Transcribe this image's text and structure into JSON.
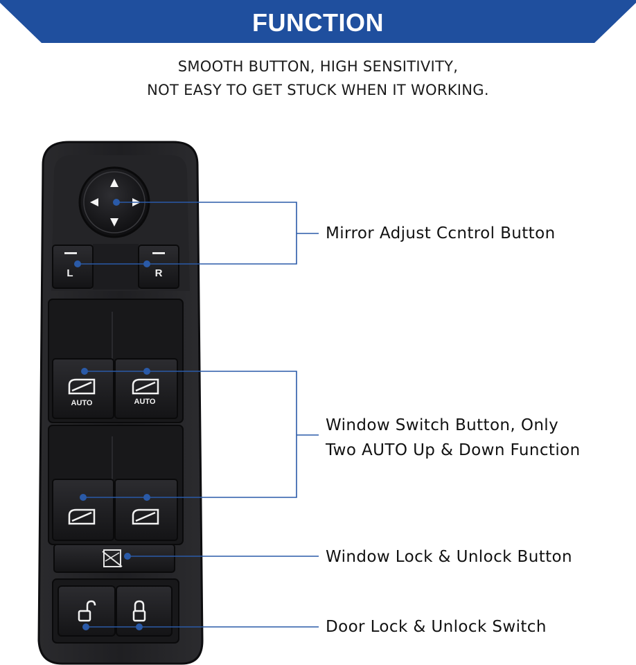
{
  "banner": {
    "title": "FUNCTION",
    "color": "#1f4f9e"
  },
  "subtitle": {
    "line1": "SMOOTH BUTTON, HIGH SENSITIVITY,",
    "line2": "NOT EASY TO GET STUCK WHEN IT WORKING."
  },
  "switch_labels": {
    "mirror_left": "L",
    "mirror_right": "R",
    "auto_left": "AUTO",
    "auto_right": "AUTO"
  },
  "callouts": {
    "mirror": "Mirror Adjust Ccntrol Button",
    "window_line1": "Window Switch Button, Only",
    "window_line2": "Two AUTO Up & Down Function",
    "window_lock": "Window Lock & Unlock Button",
    "door_lock": "Door Lock & Unlock Switch"
  },
  "icons": [
    "mirror-arrows-icon",
    "window-icon",
    "window-lock-icon",
    "unlock-icon",
    "lock-icon"
  ],
  "colors": {
    "accent": "#1f4f9e",
    "callout_line": "#2a5aa8",
    "body": "#1c1c1e"
  }
}
